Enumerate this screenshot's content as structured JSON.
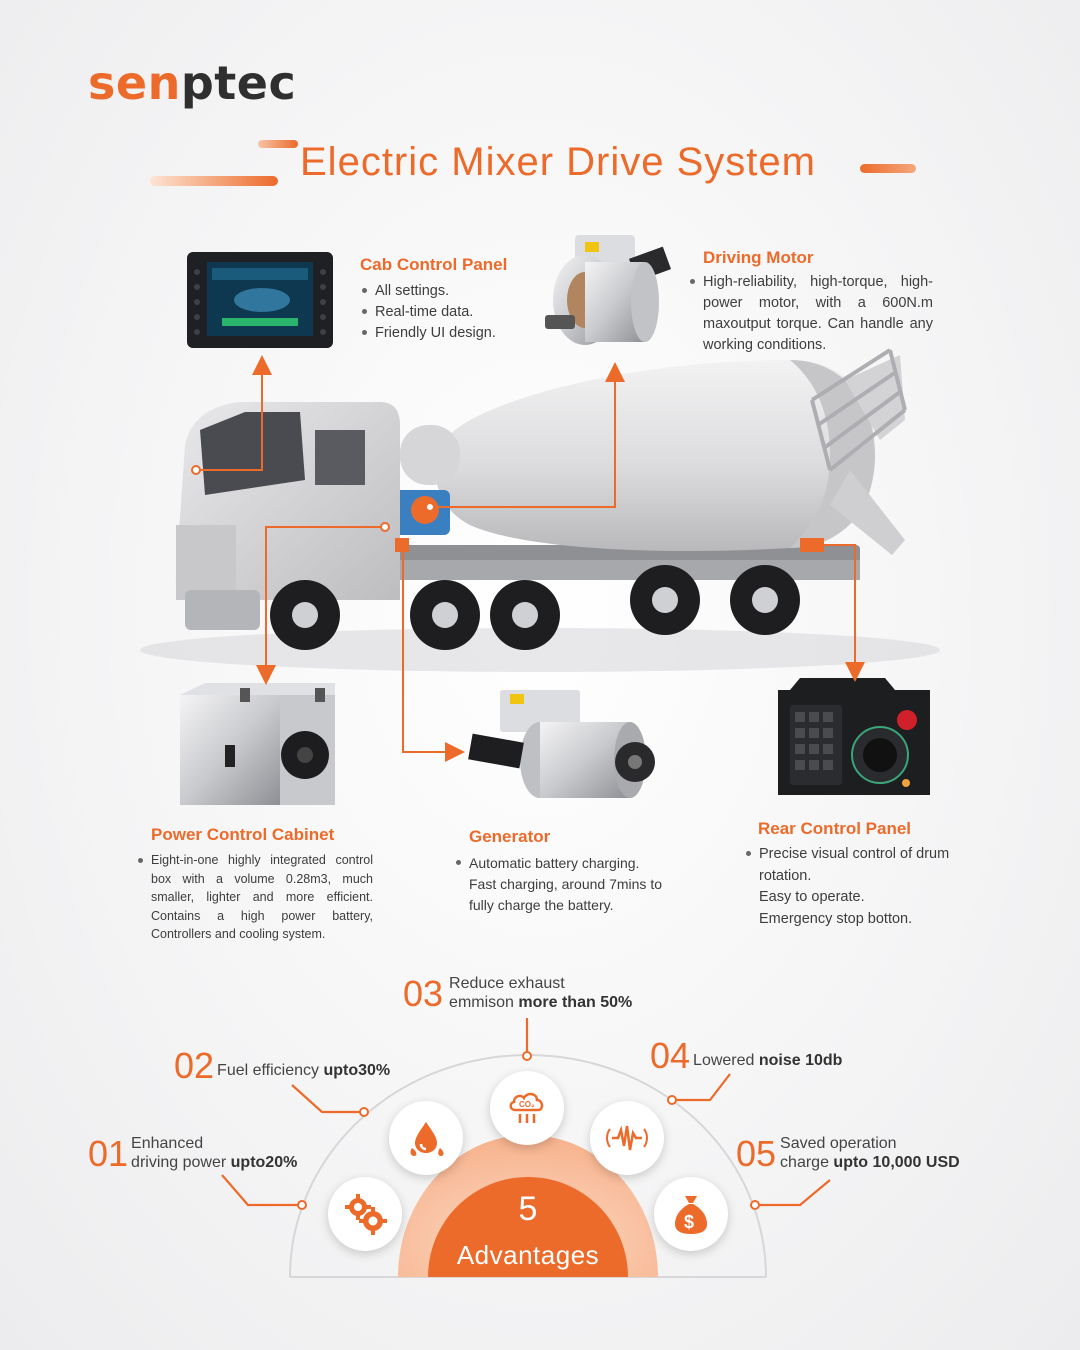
{
  "brand": {
    "prefix": "sen",
    "suffix": "ptec"
  },
  "title": "Electric Mixer Drive System",
  "components": {
    "cab": {
      "heading": "Cab Control Panel",
      "items": [
        "All settings.",
        "Real-time data.",
        "Friendly UI design."
      ]
    },
    "motor": {
      "heading": "Driving Motor",
      "text": "High-reliability, high-torque, high-power motor, with a 600N.m maxoutput torque. Can handle any working conditions."
    },
    "cabinet": {
      "heading": "Power Control Cabinet",
      "text": "Eight-in-one highly integrated control box with a volume 0.28m3, much smaller, lighter and more efficient. Contains a high power battery, Controllers and cooling system."
    },
    "generator": {
      "heading": "Generator",
      "line1": "Automatic battery charging.",
      "line2": "Fast charging, around 7mins to fully charge the battery."
    },
    "rear": {
      "heading": "Rear Control Panel",
      "line1": "Precise visual control of drum rotation.",
      "line2": "Easy to operate.",
      "line3": "Emergency stop botton."
    }
  },
  "advantages": {
    "count": "5",
    "label": "Advantages",
    "items": [
      {
        "num": "01",
        "text": "Enhanced",
        "text2": "driving power ",
        "bold": "upto20%"
      },
      {
        "num": "02",
        "text": "Fuel efficiency ",
        "bold": "upto30%"
      },
      {
        "num": "03",
        "text": "Reduce exhaust",
        "text2": "emmison ",
        "bold": "more than 50%"
      },
      {
        "num": "04",
        "text": "Lowered ",
        "bold": "noise 10db"
      },
      {
        "num": "05",
        "text": "Saved operation",
        "text2": "charge ",
        "bold": "upto 10,000 USD"
      }
    ]
  },
  "icons": [
    "gears-icon",
    "fuel-drop-icon",
    "co2-icon",
    "noise-wave-icon",
    "money-bag-icon"
  ],
  "colors": {
    "accent": "#ec6a2a",
    "text": "#3a3a3a"
  }
}
